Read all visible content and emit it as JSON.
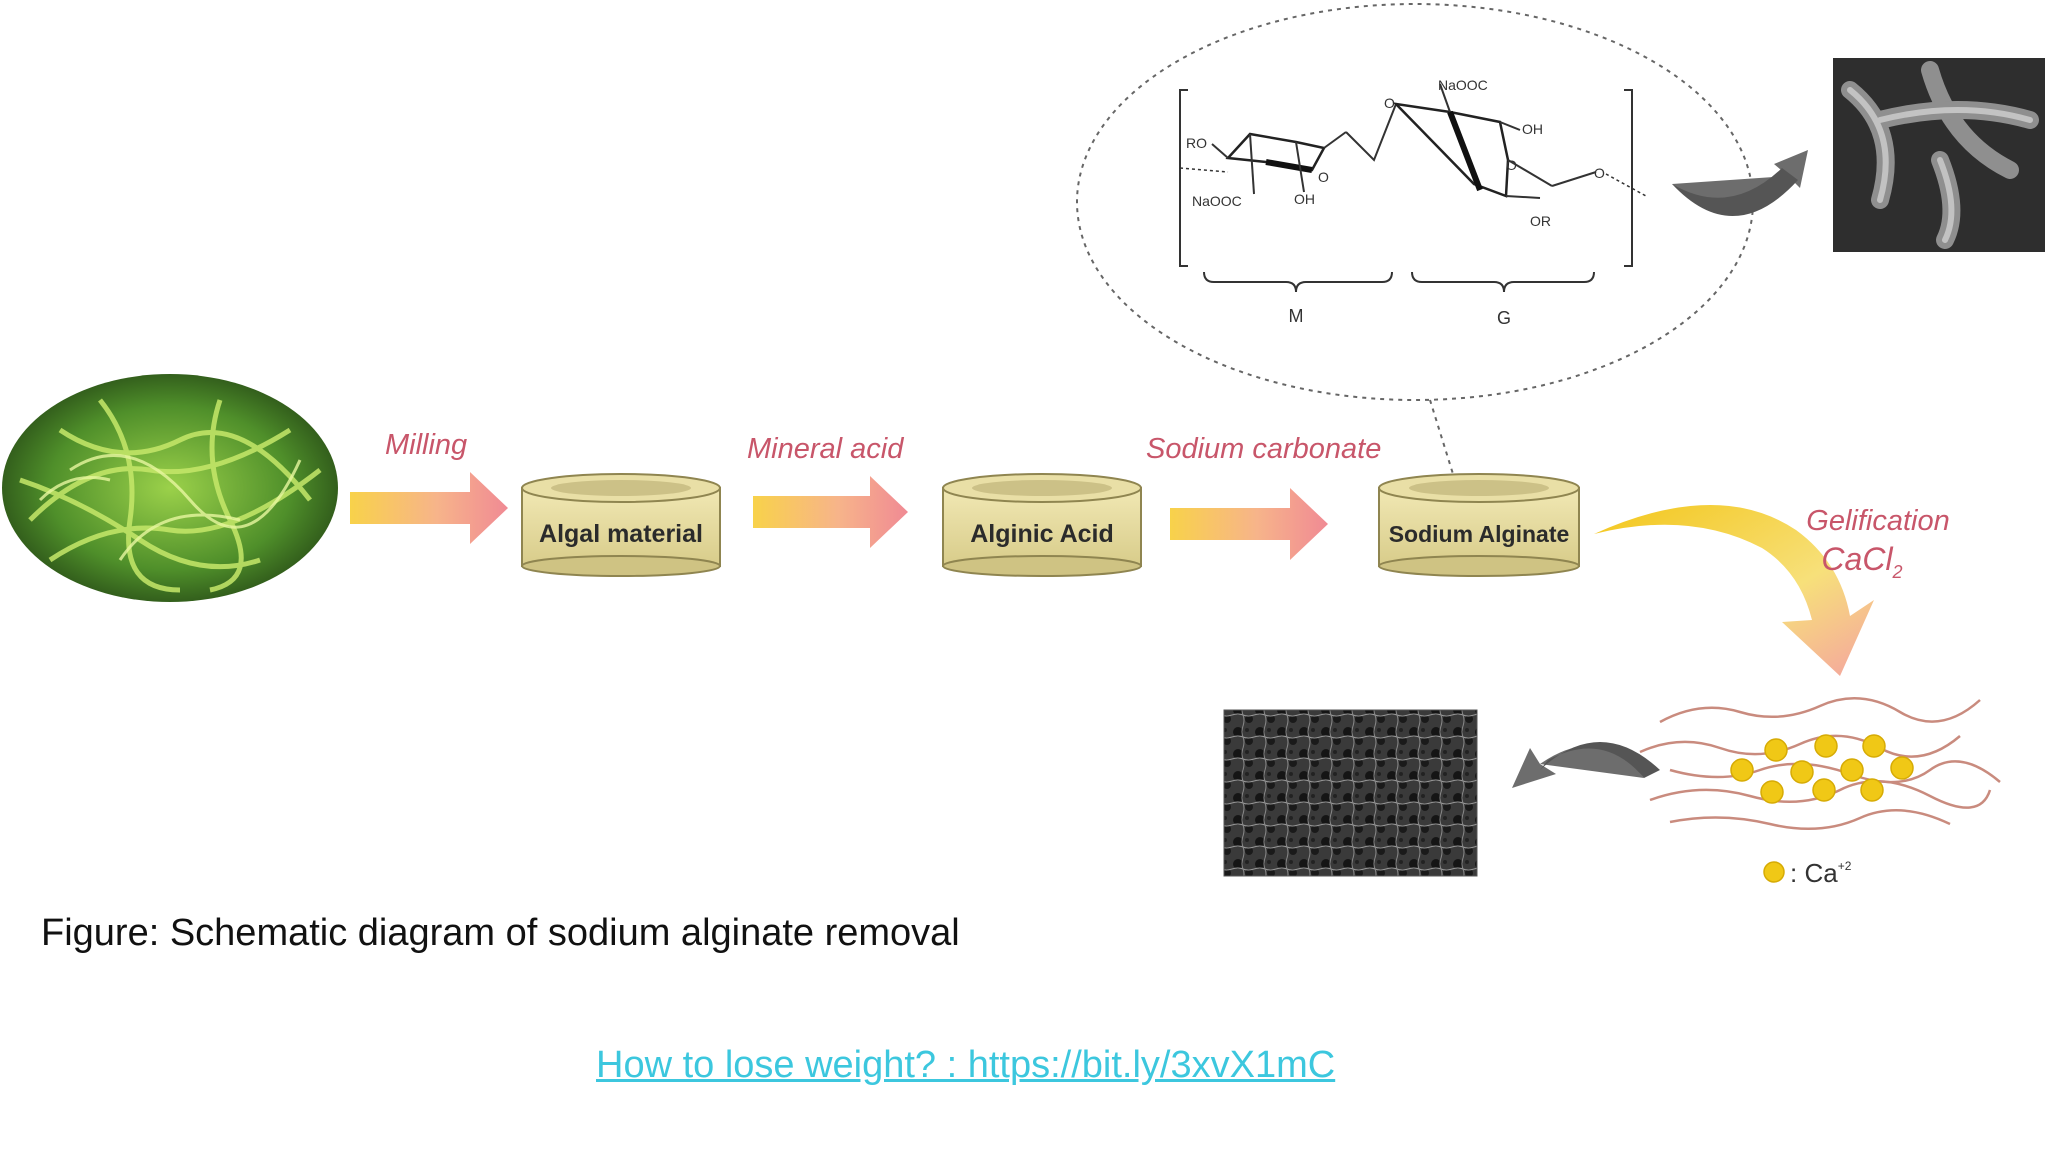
{
  "diagram": {
    "steps": [
      "Milling",
      "Mineral acid",
      "Sodium carbonate"
    ],
    "materials": [
      "Algal material",
      "Alginic Acid",
      "Sodium Alginate"
    ],
    "gelification": {
      "line1": "Gelification",
      "line2": "CaCl",
      "subscript": "2"
    },
    "structure": {
      "labels": {
        "naooc_top": "NaOOC",
        "oh_top": "OH",
        "ro": "RO",
        "naooc_bottom": "NaOOC",
        "oh_bottom": "OH",
        "or": "OR",
        "o": "O"
      },
      "blocks": [
        "M",
        "G"
      ]
    },
    "legend": {
      "label": ": Ca",
      "superscript": "+2"
    }
  },
  "caption": "Figure: Schematic diagram of sodium alginate removal",
  "link": "How to lose weight? : https://bit.ly/3xvX1mC"
}
